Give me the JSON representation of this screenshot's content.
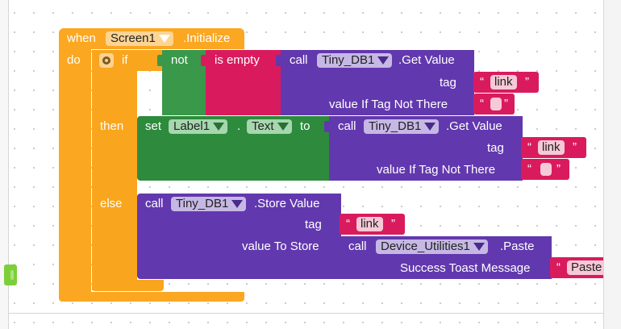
{
  "event": {
    "when": "when",
    "component": "Screen1",
    "event_name": ".Initialize",
    "do": "do"
  },
  "if_block": {
    "if": "if",
    "then": "then",
    "else": "else"
  },
  "logic": {
    "not": "not"
  },
  "text": {
    "is_empty": "is empty"
  },
  "get_value_1": {
    "call": "call",
    "component": "Tiny_DB1",
    "method": ".Get Value",
    "tag_label": "tag",
    "tag_value": "link",
    "default_label": "value If Tag Not There"
  },
  "setter": {
    "set": "set",
    "component": "Label1",
    "dot": ".",
    "property": "Text",
    "to": "to"
  },
  "get_value_2": {
    "call": "call",
    "component": "Tiny_DB1",
    "method": ".Get Value",
    "tag_label": "tag",
    "tag_value": "link",
    "default_label": "value If Tag Not There"
  },
  "store_value": {
    "call": "call",
    "component": "Tiny_DB1",
    "method": ".Store Value",
    "tag_label": "tag",
    "tag_value": "link",
    "value_label": "value To Store"
  },
  "paste": {
    "call": "call",
    "component": "Device_Utilities1",
    "method": ".Paste",
    "toast_label": "Success Toast Message",
    "toast_value": "Paste"
  },
  "quote_open": "“",
  "quote_close": "”",
  "colors": {
    "event": "#fba722",
    "control": "#f9a51e",
    "logic": "#39984a",
    "text": "#d91b5e",
    "component": "#6238ae"
  }
}
